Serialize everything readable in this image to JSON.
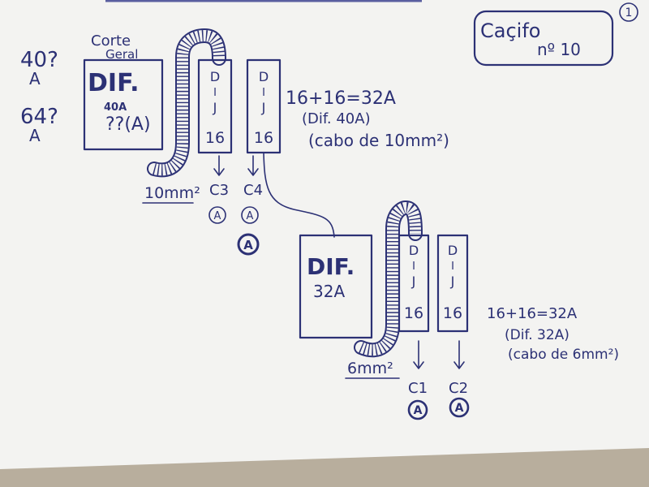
{
  "page_number": "1",
  "cacifo": {
    "title": "Caçifo",
    "number": "nº 10"
  },
  "side_notes": {
    "line1": "40?",
    "line2": "A",
    "line3": "64?",
    "line4": "A"
  },
  "main_panel": {
    "caption_line1": "Corte",
    "caption_line2": "Geral",
    "label": "DIF.",
    "scribble": "40A",
    "rating": "??(A)",
    "cable": "10mm²"
  },
  "breakers_top": [
    {
      "letters": [
        "D",
        "I",
        "J"
      ],
      "rating": "16",
      "circuit": "C3",
      "symbol": "A"
    },
    {
      "letters": [
        "D",
        "I",
        "J"
      ],
      "rating": "16",
      "circuit": "C4",
      "symbol": "A",
      "extra_symbol": "A"
    }
  ],
  "note_top": {
    "line1": "16+16=32A",
    "line2": "(Dif. 40A)",
    "line3": "(cabo de 10mm²)"
  },
  "sub_panel": {
    "label": "DIF.",
    "rating": "32A",
    "cable": "6mm²"
  },
  "breakers_bottom": [
    {
      "letters": [
        "D",
        "I",
        "J"
      ],
      "rating": "16",
      "circuit": "C1",
      "symbol": "A"
    },
    {
      "letters": [
        "D",
        "I",
        "J"
      ],
      "rating": "16",
      "circuit": "C2",
      "symbol": "A"
    }
  ],
  "note_bottom": {
    "line1": "16+16=32A",
    "line2": "(Dif. 32A)",
    "line3": "(cabo de 6mm²)"
  },
  "colors": {
    "ink": "#2c3175",
    "paper": "#f3f3f1",
    "background": "#b8ae9d"
  }
}
